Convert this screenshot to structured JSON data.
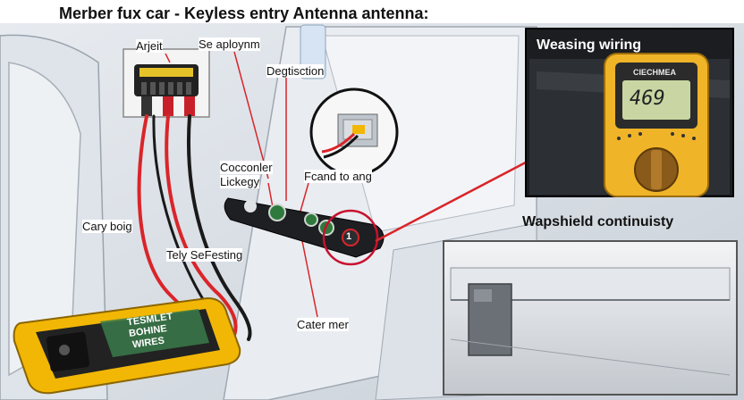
{
  "title": "Merber fux car - Keyless entry Antenna antenna:",
  "labels": {
    "arjeit": "Arjeit",
    "se_aploynm": "Se aploynm",
    "degtisction": "Degtisction",
    "cocconler": "Cocconler",
    "lickegy": "Lickegy",
    "fcand_to_ang": "Fcand to ang",
    "cary_boig": "Cary boig",
    "tely_sefesting": "Tely SeFesting",
    "cater_mer": "Cater mer",
    "antenna_number": "1"
  },
  "multimeter_panel": {
    "title": "Weasing wiring",
    "brand": "CIECHMEA",
    "reading": "469"
  },
  "continuity_panel": {
    "title": "Wapshield continuisty"
  },
  "tester": {
    "line1": "TESMLET",
    "line2": "BOHINE",
    "line3": "WIRES"
  },
  "colors": {
    "wire_red": "#d9252a",
    "wire_black": "#1a1a1a",
    "highlight_red": "#c8102e",
    "tester_yellow": "#f2b705",
    "meter_body": "#f0b429",
    "lcd": "#c9d6a3"
  }
}
